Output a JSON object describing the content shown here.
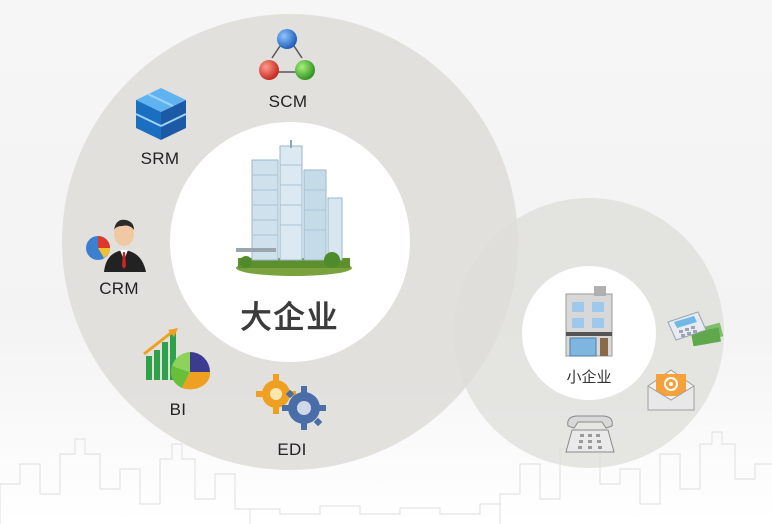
{
  "large_enterprise": {
    "title": "大企业",
    "modules": {
      "scm": {
        "label": "SCM",
        "icon": "network-nodes-icon"
      },
      "srm": {
        "label": "SRM",
        "icon": "cube-stack-icon"
      },
      "crm": {
        "label": "CRM",
        "icon": "businessman-pie-icon"
      },
      "bi": {
        "label": "BI",
        "icon": "bar-pie-chart-icon"
      },
      "edi": {
        "label": "EDI",
        "icon": "gears-icon"
      }
    },
    "building_icon": "skyscraper-icon"
  },
  "small_enterprise": {
    "title": "小企业",
    "building_icon": "shop-building-icon",
    "tools": [
      "calculator-money-icon",
      "email-envelope-icon",
      "telephone-icon"
    ]
  },
  "colors": {
    "ring": "#dedcd8",
    "inner": "#ffffff",
    "title_text": "#3c3c3c"
  }
}
